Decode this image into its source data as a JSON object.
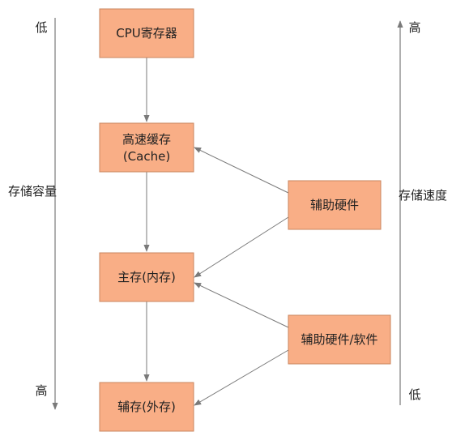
{
  "colors": {
    "box_fill": "#f9ae86",
    "box_stroke": "#c9865f",
    "line": "#7a7a7a"
  },
  "boxes": {
    "cpu": {
      "label": "CPU寄存器"
    },
    "cache": {
      "label1": "高速缓存",
      "label2": "(Cache)"
    },
    "main": {
      "label": "主存(内存)"
    },
    "aux": {
      "label": "辅存(外存)"
    },
    "helper_hw": {
      "label": "辅助硬件"
    },
    "helper_hw_sw": {
      "label": "辅助硬件/软件"
    }
  },
  "capacity_axis": {
    "top": "低",
    "label": "存储容量",
    "bottom": "高"
  },
  "speed_axis": {
    "top": "高",
    "label": "存储速度",
    "bottom": "低"
  }
}
